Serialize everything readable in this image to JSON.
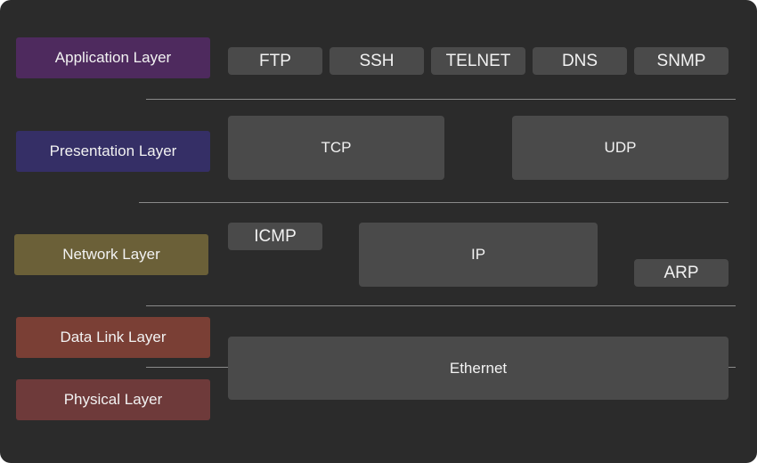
{
  "colors": {
    "background": "#2b2b2b",
    "protocol_box": "#4a4a4a",
    "divider": "#8a8a8a",
    "text": "#f2f2f2"
  },
  "layers": {
    "application": {
      "label": "Application Layer",
      "color": "#4e2a5e"
    },
    "presentation": {
      "label": "Presentation Layer",
      "color": "#352f66"
    },
    "network": {
      "label": "Network Layer",
      "color": "#6b6038"
    },
    "data_link": {
      "label": "Data Link Layer",
      "color": "#7a3f35"
    },
    "physical": {
      "label": "Physical Layer",
      "color": "#6e3a3a"
    }
  },
  "protocols": {
    "ftp": "FTP",
    "ssh": "SSH",
    "telnet": "TELNET",
    "dns": "DNS",
    "snmp": "SNMP",
    "tcp": "TCP",
    "udp": "UDP",
    "icmp": "ICMP",
    "ip": "IP",
    "arp": "ARP",
    "ethernet": "Ethernet"
  }
}
